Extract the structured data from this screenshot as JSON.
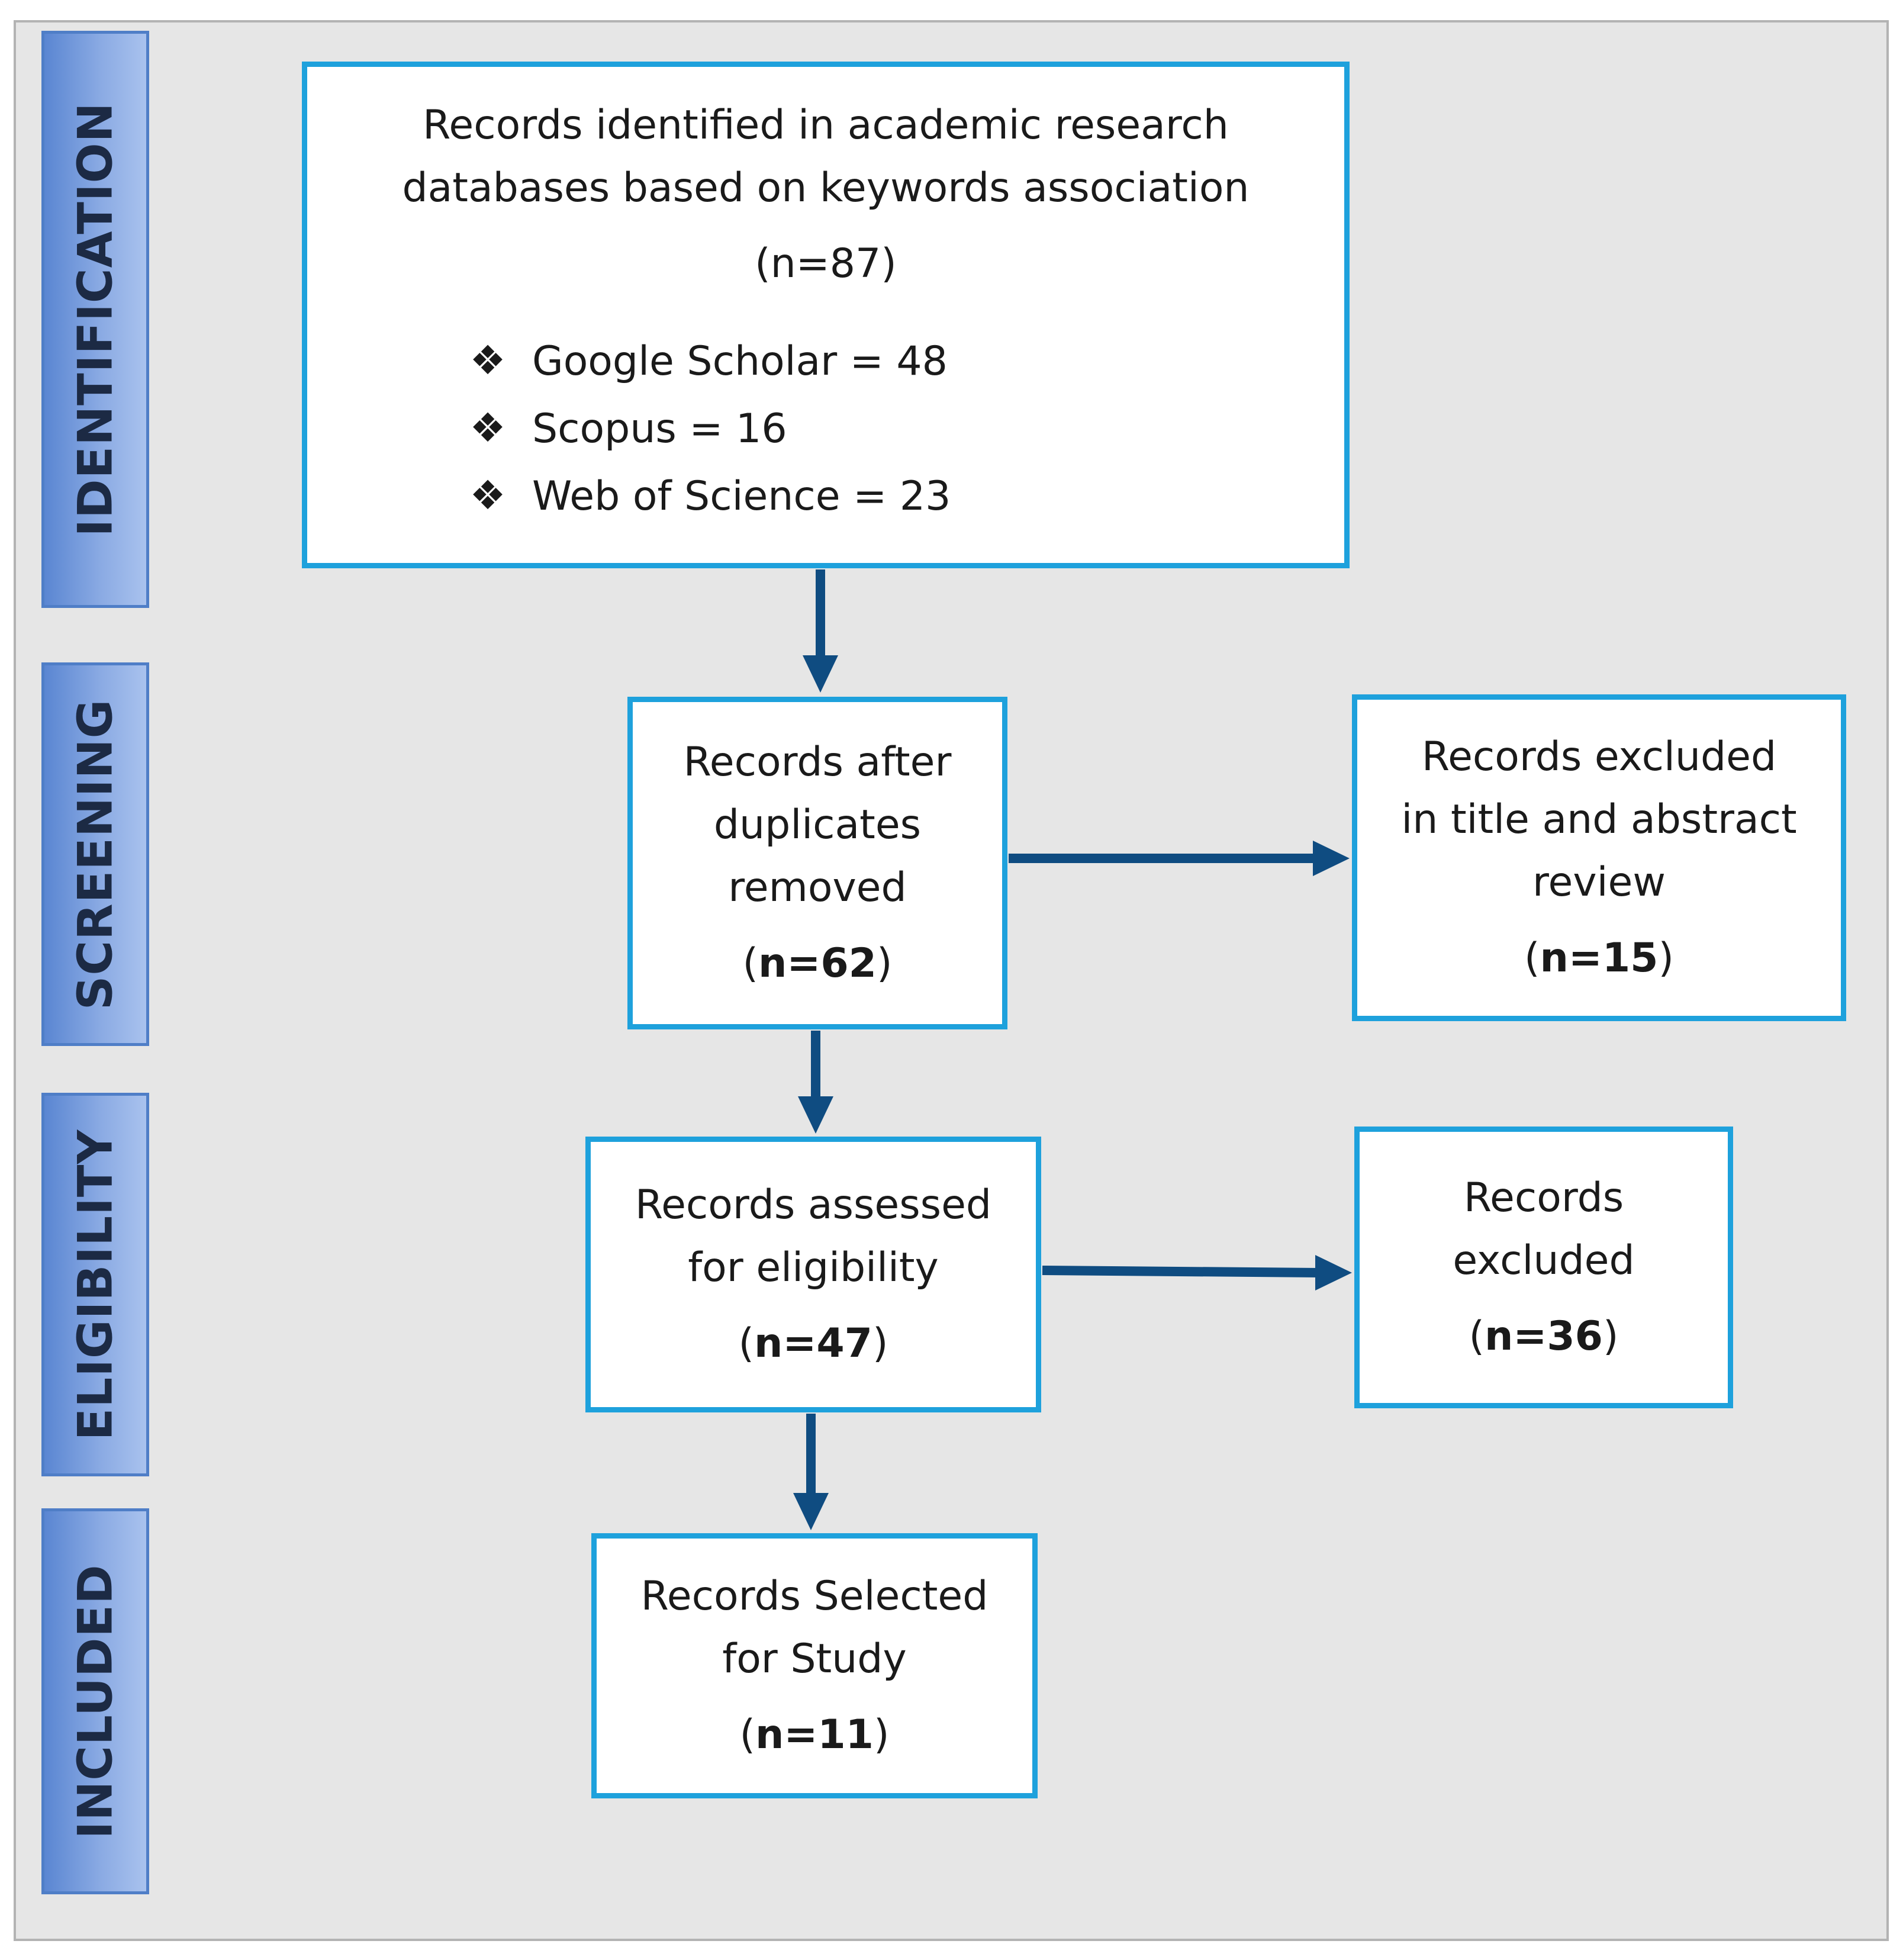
{
  "colors": {
    "background": "#e6e6e6",
    "box_border": "#1ea1dc",
    "arrow": "#0f4c81",
    "stage_fill": "#7ea1df",
    "stage_border": "#4f7ec7"
  },
  "stages": {
    "identification": "IDENTIFICATION",
    "screening": "SCREENING",
    "eligibility": "ELIGIBILITY",
    "included": "INCLUDED"
  },
  "identified": {
    "line1": "Records identified in academic research",
    "line2": "databases based on keywords association",
    "count": "(n=87)",
    "bullet_icon": "four-diamond-icon",
    "sources": [
      {
        "text": "Google Scholar = 48"
      },
      {
        "text": "Scopus = 16"
      },
      {
        "text": "Web of Science = 23"
      }
    ]
  },
  "after_duplicates": {
    "line1": "Records after",
    "line2": "duplicates",
    "line3": "removed",
    "count_open": "(",
    "count_value": "n=62",
    "count_close": ")"
  },
  "excluded_title_abstract": {
    "line1": "Records excluded",
    "line2": "in title and abstract",
    "line3": "review",
    "count_open": "(",
    "count_value": "n=15",
    "count_close": ")"
  },
  "assessed": {
    "line1": "Records assessed",
    "line2": "for eligibility",
    "count_open": "(",
    "count_value": "n=47",
    "count_close": ")"
  },
  "excluded": {
    "line1": "Records",
    "line2": "excluded",
    "count_open": "(",
    "count_value": "n=36",
    "count_close": ")"
  },
  "selected": {
    "line1": "Records Selected",
    "line2": "for Study",
    "count_open": "(",
    "count_value": "n=11",
    "count_close": ")"
  }
}
